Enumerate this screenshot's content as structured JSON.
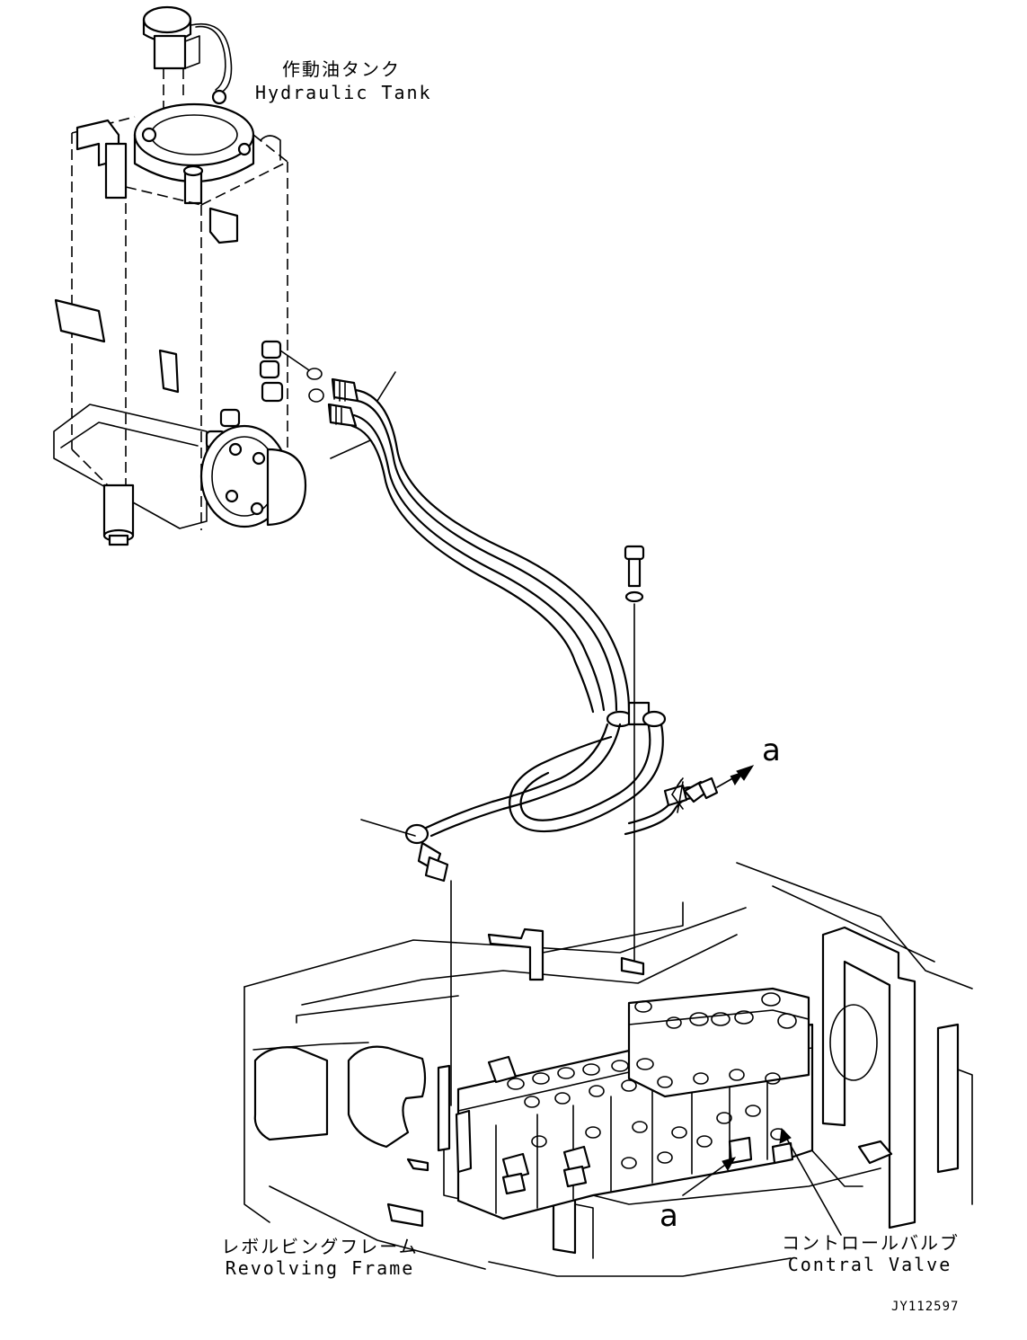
{
  "labels": {
    "hydraulic_tank_jp": "作動油タンク",
    "hydraulic_tank_en": "Hydraulic Tank",
    "revolving_frame_jp": "レボルビングフレーム",
    "revolving_frame_en": "Revolving Frame",
    "control_valve_jp": "コントロールバルブ",
    "control_valve_en": "Contral Valve",
    "callout_a_top": "a",
    "callout_a_bottom": "a",
    "reference_code": "JY112597"
  }
}
